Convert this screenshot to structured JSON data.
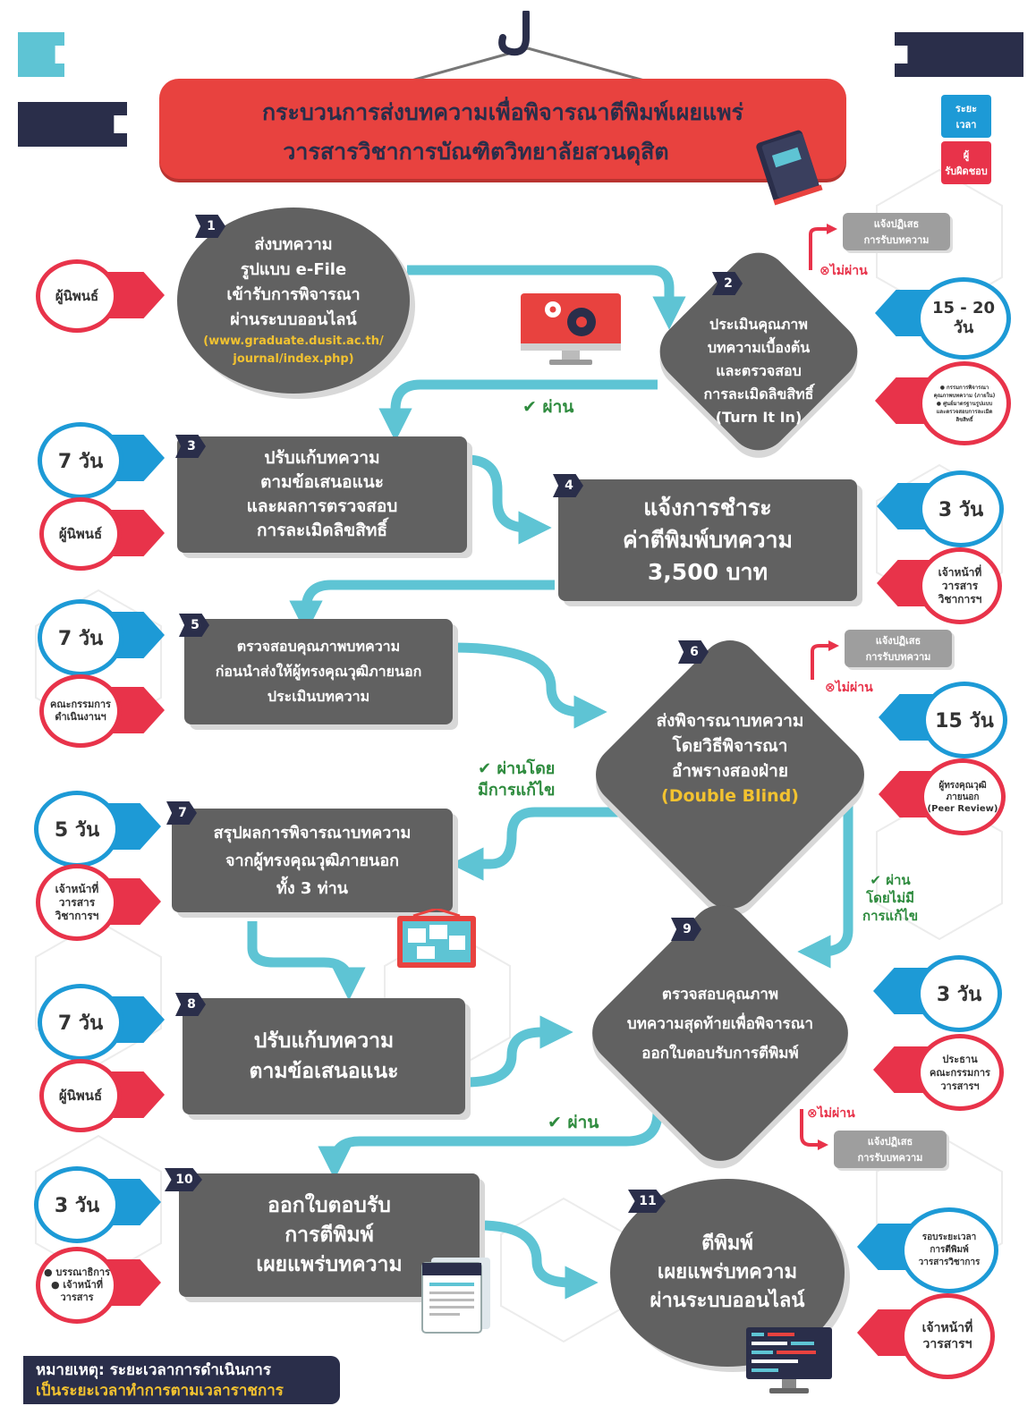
{
  "title": {
    "line1": "กระบวนการส่งบทความเพื่อพิจารณาตีพิมพ์เผยแพร่",
    "line2": "วารสารวิชาการบัณฑิตวิทยาลัยสวนดุสิต"
  },
  "legend": {
    "time": [
      "ระยะ",
      "เวลา"
    ],
    "responsible": [
      "ผู้",
      "รับผิดชอบ"
    ]
  },
  "steps": [
    {
      "num": "1",
      "lines": [
        "ส่งบทความ",
        "รูปแบบ e-File",
        "เข้ารับการพิจารณา",
        "ผ่านระบบออนไลน์"
      ],
      "url": [
        "(www.graduate.dusit.ac.th/",
        "journal/index.php)"
      ],
      "responsible": [
        "ผู้นิพนธ์"
      ]
    },
    {
      "num": "2",
      "lines": [
        "ประเมินคุณภาพ",
        "บทความเบื้องต้น",
        "และตรวจสอบ",
        "การละเมิดลิขสิทธิ์",
        "(Turn It In)"
      ],
      "time": [
        "15 - 20",
        "วัน"
      ],
      "responsible": [
        "● กรรมการพิจารณา",
        "คุณภาพบทความ (ภายใน)",
        "● ศูนย์มาตรฐานรูปแบบ",
        "และตรวจสอบการละเมิด",
        "ลิขสิทธิ์"
      ]
    },
    {
      "num": "3",
      "lines": [
        "ปรับแก้บทความ",
        "ตามข้อเสนอแนะ",
        "และผลการตรวจสอบ",
        "การละเมิดลิขสิทธิ์"
      ],
      "time": [
        "7 วัน"
      ],
      "responsible": [
        "ผู้นิพนธ์"
      ]
    },
    {
      "num": "4",
      "lines": [
        "แจ้งการชำระ",
        "ค่าตีพิมพ์บทความ",
        "3,500 บาท"
      ],
      "time": [
        "3 วัน"
      ],
      "responsible": [
        "เจ้าหน้าที่",
        "วารสาร",
        "วิชาการฯ"
      ]
    },
    {
      "num": "5",
      "lines": [
        "ตรวจสอบคุณภาพบทความ",
        "ก่อนนำส่งให้ผู้ทรงคุณวุฒิภายนอก",
        "ประเมินบทความ"
      ],
      "time": [
        "7 วัน"
      ],
      "responsible": [
        "คณะกรรมการ",
        "ดำเนินงานฯ"
      ]
    },
    {
      "num": "6",
      "lines": [
        "ส่งพิจารณาบทความ",
        "โดยวิธีพิจารณา",
        "อำพรางสองฝ่าย",
        "(Double Blind)"
      ],
      "time": [
        "15 วัน"
      ],
      "responsible": [
        "ผู้ทรงคุณวุฒิ",
        "ภายนอก",
        "(Peer Review)"
      ]
    },
    {
      "num": "7",
      "lines": [
        "สรุปผลการพิจารณาบทความ",
        "จากผู้ทรงคุณวุฒิภายนอก",
        "ทั้ง 3 ท่าน"
      ],
      "time": [
        "5 วัน"
      ],
      "responsible": [
        "เจ้าหน้าที่",
        "วารสาร",
        "วิชาการฯ"
      ]
    },
    {
      "num": "8",
      "lines": [
        "ปรับแก้บทความ",
        "ตามข้อเสนอแนะ"
      ],
      "time": [
        "7 วัน"
      ],
      "responsible": [
        "ผู้นิพนธ์"
      ]
    },
    {
      "num": "9",
      "lines": [
        "ตรวจสอบคุณภาพ",
        "บทความสุดท้ายเพื่อพิจารณา",
        "ออกใบตอบรับการตีพิมพ์"
      ],
      "time": [
        "3 วัน"
      ],
      "responsible": [
        "ประธาน",
        "คณะกรรมการ",
        "วารสารฯ"
      ]
    },
    {
      "num": "10",
      "lines": [
        "ออกใบตอบรับ",
        "การตีพิมพ์",
        "เผยแพร่บทความ"
      ],
      "time": [
        "3 วัน"
      ],
      "responsible": [
        "● บรรณาธิการ",
        "● เจ้าหน้าที่",
        "วารสาร"
      ]
    },
    {
      "num": "11",
      "lines": [
        "ตีพิมพ์",
        "เผยแพร่บทความ",
        "ผ่านระบบออนไลน์"
      ],
      "time": [
        "รอบระยะเวลา",
        "การตีพิมพ์",
        "วารสารวิชาการ"
      ],
      "responsible": [
        "เจ้าหน้าที่",
        "วารสารฯ"
      ]
    }
  ],
  "reject": [
    "แจ้งปฏิเสธ",
    "การรับบทความ"
  ],
  "fail_label": "ไม่ผ่าน",
  "pass_labels": {
    "pass": "ผ่าน",
    "pass_with_revision": [
      "ผ่านโดย",
      "มีการแก้ไข"
    ],
    "pass_no_revision": [
      "ผ่าน",
      "โดยไม่มี",
      "การแก้ไข"
    ]
  },
  "note": [
    "หมายเหตุ: ระยะเวลาการดำเนินการ",
    "เป็นระยะเวลาทำการตามเวลาราชการ"
  ],
  "icons": [
    "gear-monitor-icon",
    "pinboard-icon",
    "success-document-icon",
    "code-monitor-icon",
    "book-icon",
    "hook-icon",
    "check-circle-icon",
    "x-circle-icon"
  ],
  "colors": {
    "primary_red": "#e8423f",
    "navy": "#2a2e4a",
    "box_gray": "#616161",
    "teal_arrow": "#5ec4d4",
    "blue": "#1d9ad6",
    "pink_red": "#e8334a",
    "pass_green": "#2e8b3e",
    "yellow": "#f2c230"
  }
}
